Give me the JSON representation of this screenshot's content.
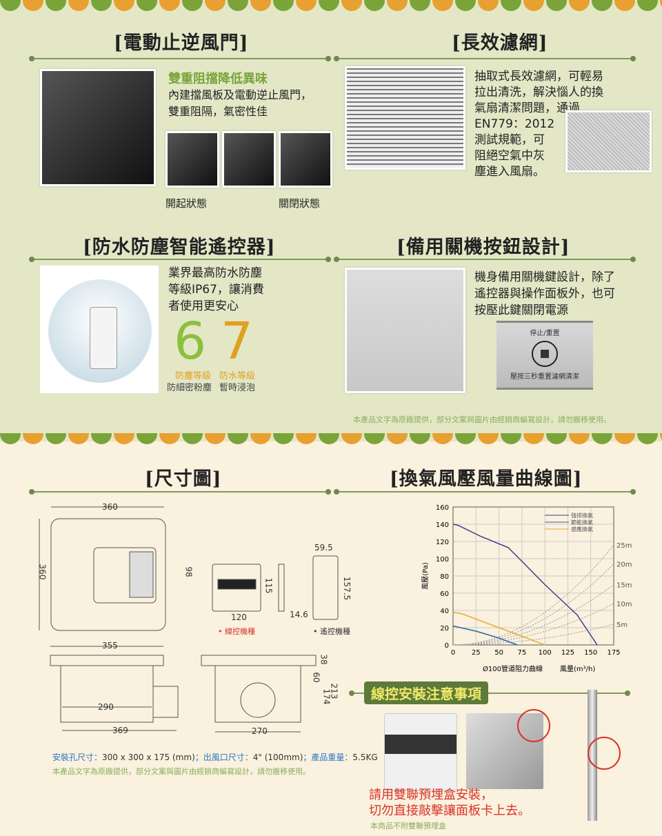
{
  "section1": {
    "title": "[電動止逆風門]",
    "subtitle": "雙重阻擋降低異味",
    "body": [
      "內建擋風板及電動逆止風門，",
      "雙重阻隔，氣密性佳"
    ],
    "caption_open": "開起狀態",
    "caption_closed": "關閉狀態"
  },
  "section2": {
    "title": "[長效濾網]",
    "body": [
      "抽取式長效濾網，可輕易",
      "拉出清洗，解決惱人的換",
      "氣扇清潔問題，通過",
      "EN779：2012",
      "測試規範，可",
      "阻絕空氣中灰",
      "塵進入風扇。"
    ]
  },
  "section3": {
    "title": "[防水防塵智能遙控器]",
    "body": [
      "業界最高防水防塵",
      "等級IP67，讓消費",
      "者使用更安心"
    ],
    "digit1": "6",
    "digit2": "7",
    "label1a": "防塵等級",
    "label1b": "防細密粉塵",
    "label2a": "防水等級",
    "label2b": "暫時浸泡"
  },
  "section4": {
    "title": "[備用關機按鈕設計]",
    "body": [
      "機身備用關機鍵設計，除了",
      "遙控器與操作面板外，也可",
      "按壓此鍵關閉電源"
    ],
    "panel_top": "停止/重置",
    "panel_bottom": "壓按三秒重置濾網清潔"
  },
  "disclaimer": "本產品文字為原廠提供，部分文案與圖片由經銷商編寫設計，請勿搬移使用。",
  "dims": {
    "title": "[尺寸圖]",
    "d360w": "360",
    "d360h": "360",
    "d98": "98",
    "d120": "120",
    "d115": "115",
    "d14_6": "14.6",
    "d59_5": "59.5",
    "d157_5": "157.5",
    "wired": "• 線控機種",
    "remote": "• 遙控機種",
    "d355": "355",
    "d290": "290",
    "d369": "369",
    "d270": "270",
    "d38": "38",
    "d60": "60",
    "d213": "213",
    "d174": "174",
    "spec_label1": "安裝孔尺寸：",
    "spec_val1": "300 x 300 x 175 (mm)",
    "spec_label2": "；出風口尺寸：",
    "spec_val2": "4\" (100mm)",
    "spec_label3": "；產品重量：",
    "spec_val3": "5.5KG"
  },
  "chart_title": "[換氣風壓風量曲線圖]",
  "chart_data": {
    "type": "line",
    "title": "換氣風壓風量曲線圖",
    "xlabel": "風量(m³/h)",
    "ylabel": "風壓(Pa)",
    "xlim": [
      0,
      175
    ],
    "ylim": [
      0,
      160
    ],
    "xticks": [
      "0",
      "25",
      "50",
      "75",
      "100",
      "125",
      "150",
      "175"
    ],
    "yticks": [
      "0",
      "20",
      "40",
      "60",
      "80",
      "100",
      "120",
      "140",
      "160"
    ],
    "grid": true,
    "legend": "top-right",
    "series": [
      {
        "name": "強排換氣",
        "color": "#3c3c90",
        "x": [
          0,
          5,
          30,
          60,
          75,
          100,
          125,
          135,
          157
        ],
        "y": [
          140,
          139,
          126,
          113,
          97,
          70,
          45,
          35,
          0
        ]
      },
      {
        "name": "節能換氣",
        "color": "#2766a8",
        "x": [
          0,
          25,
          50,
          70
        ],
        "y": [
          22,
          16,
          8,
          0
        ]
      },
      {
        "name": "感應換氣",
        "color": "#e8ac34",
        "x": [
          0,
          10,
          25,
          50,
          75,
          100
        ],
        "y": [
          38,
          36,
          30,
          20,
          10,
          0
        ]
      }
    ],
    "duct_curves": [
      {
        "label": "5m",
        "y_at_175": 24
      },
      {
        "label": "10m",
        "y_at_175": 48
      },
      {
        "label": "15m",
        "y_at_175": 70
      },
      {
        "label": "20m",
        "y_at_175": 94
      },
      {
        "label": "25m",
        "y_at_175": 116
      }
    ],
    "duct_legend": "Ø100管道阻力曲線"
  },
  "install": {
    "title": "線控安裝注意事項",
    "warn1": "請用雙聯預埋盒安裝，",
    "warn2": "切勿直接敲擊讓面板卡上去。",
    "note": "本商品不附雙聯預埋盒"
  },
  "colors": {
    "green": "#7aa43a",
    "red": "#d8332a",
    "orange": "#e8a030"
  }
}
